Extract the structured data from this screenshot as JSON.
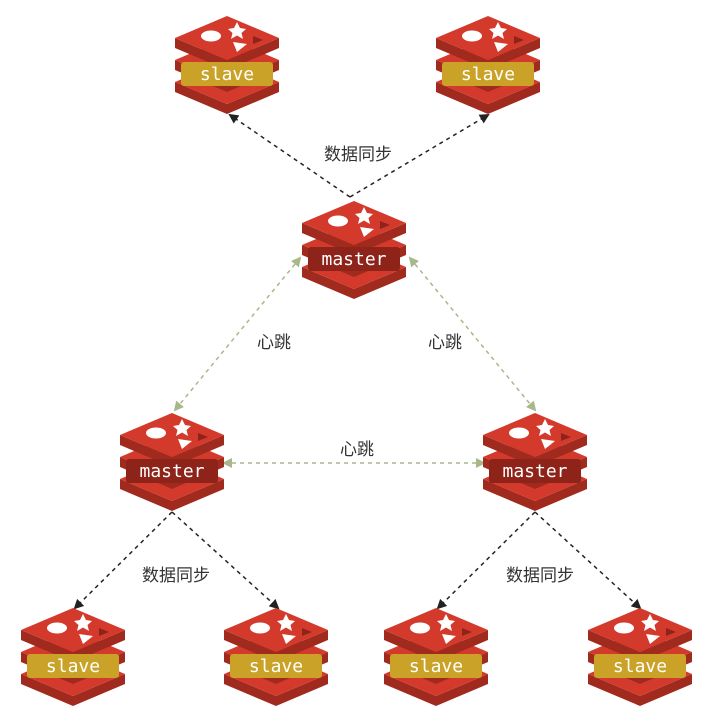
{
  "nodes": [
    {
      "id": "slave_top_left",
      "label": "slave",
      "kind": "slave"
    },
    {
      "id": "slave_top_right",
      "label": "slave",
      "kind": "slave"
    },
    {
      "id": "master_top",
      "label": "master",
      "kind": "master"
    },
    {
      "id": "master_left",
      "label": "master",
      "kind": "master"
    },
    {
      "id": "master_right",
      "label": "master",
      "kind": "master"
    },
    {
      "id": "slave_bl1",
      "label": "slave",
      "kind": "slave"
    },
    {
      "id": "slave_bl2",
      "label": "slave",
      "kind": "slave"
    },
    {
      "id": "slave_br1",
      "label": "slave",
      "kind": "slave"
    },
    {
      "id": "slave_br2",
      "label": "slave",
      "kind": "slave"
    }
  ],
  "edge_labels": {
    "sync_top": "数据同步",
    "heartbeat_left": "心跳",
    "heartbeat_right": "心跳",
    "heartbeat_middle": "心跳",
    "sync_left": "数据同步",
    "sync_right": "数据同步"
  },
  "colors": {
    "redis_red": "#d33a2c",
    "redis_dark": "#a12a1f",
    "slave_label_bg": "#c9a227",
    "sync_arrow": "#222222",
    "heartbeat_arrow": "#a8b88a"
  }
}
